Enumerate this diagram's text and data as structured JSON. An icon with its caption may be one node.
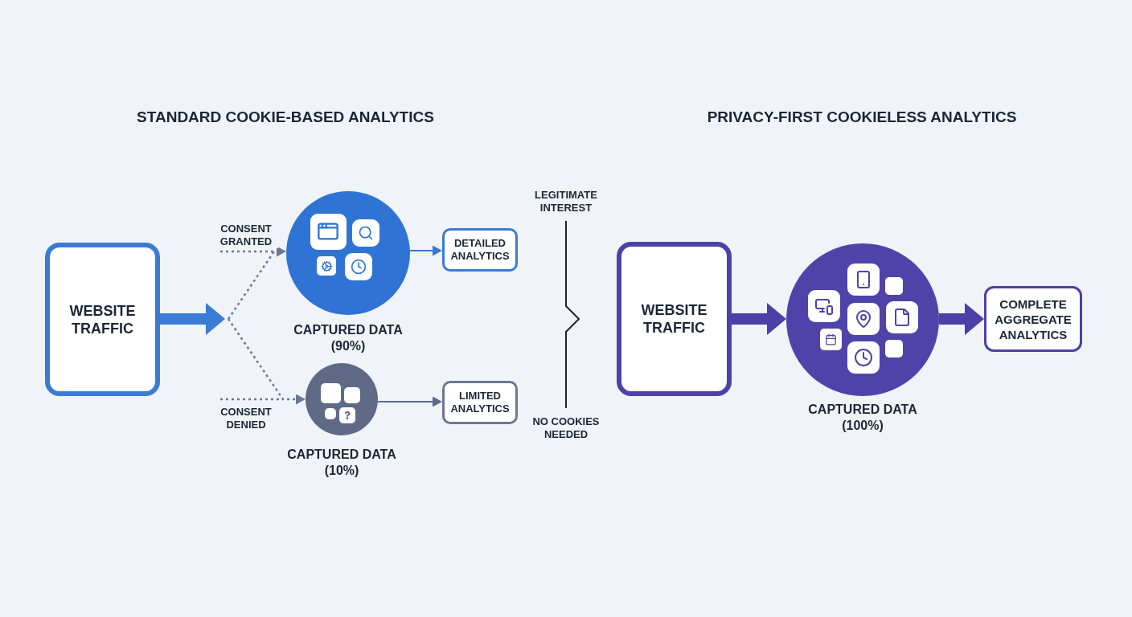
{
  "diagram": {
    "nodes": [
      {
        "text": [
          "WEBSITE TRAFFIC"
        ]
      },
      {
        "text": [],
        "shape": "circle",
        "beside": [
          "CAPTURED DATA (90%)"
        ]
      },
      {
        "text": [
          "DETAILED ANALYTICS"
        ]
      },
      {
        "text": [],
        "shape": "circle",
        "beside": [
          "CAPTURED DATA (10%)"
        ]
      },
      {
        "text": [
          "LIMITED ANALYTICS"
        ]
      },
      {
        "text": [
          "WEBSITE TRAFFIC"
        ]
      },
      {
        "text": [],
        "shape": "circle",
        "beside": [
          "CAPTURED DATA (100%)"
        ]
      },
      {
        "text": [
          "COMPLETE AGGREGATE ANALYTICS"
        ]
      }
    ],
    "edges": [
      {
        "from": 0,
        "to": null,
        "arrow": "to",
        "style": "thick",
        "color": "#3a7bd5"
      },
      {
        "from": null,
        "to": 1,
        "arrow": "to",
        "label": "CONSENT GRANTED",
        "style": "dashed",
        "color": "#6b7794"
      },
      {
        "from": null,
        "to": 3,
        "arrow": "to",
        "label": "CONSENT DENIED",
        "style": "dashed",
        "color": "#6b7794"
      },
      {
        "from": 1,
        "to": 2,
        "arrow": "to",
        "color": "#3a78d0"
      },
      {
        "from": 3,
        "to": 4,
        "arrow": "to",
        "color": "#5c6b8a"
      },
      {
        "from": 5,
        "to": 6,
        "arrow": "to",
        "style": "thick",
        "color": "#4c3fa8"
      },
      {
        "from": 6,
        "to": 7,
        "arrow": "to",
        "style": "thick",
        "color": "#4c3fa8"
      }
    ],
    "labels": [
      "STANDARD COOKIE-BASED ANALYTICS",
      "PRIVACY-FIRST COOKIELESS ANALYTICS",
      "LEGITIMATE INTEREST",
      "NO COOKIES NEEDED"
    ]
  }
}
